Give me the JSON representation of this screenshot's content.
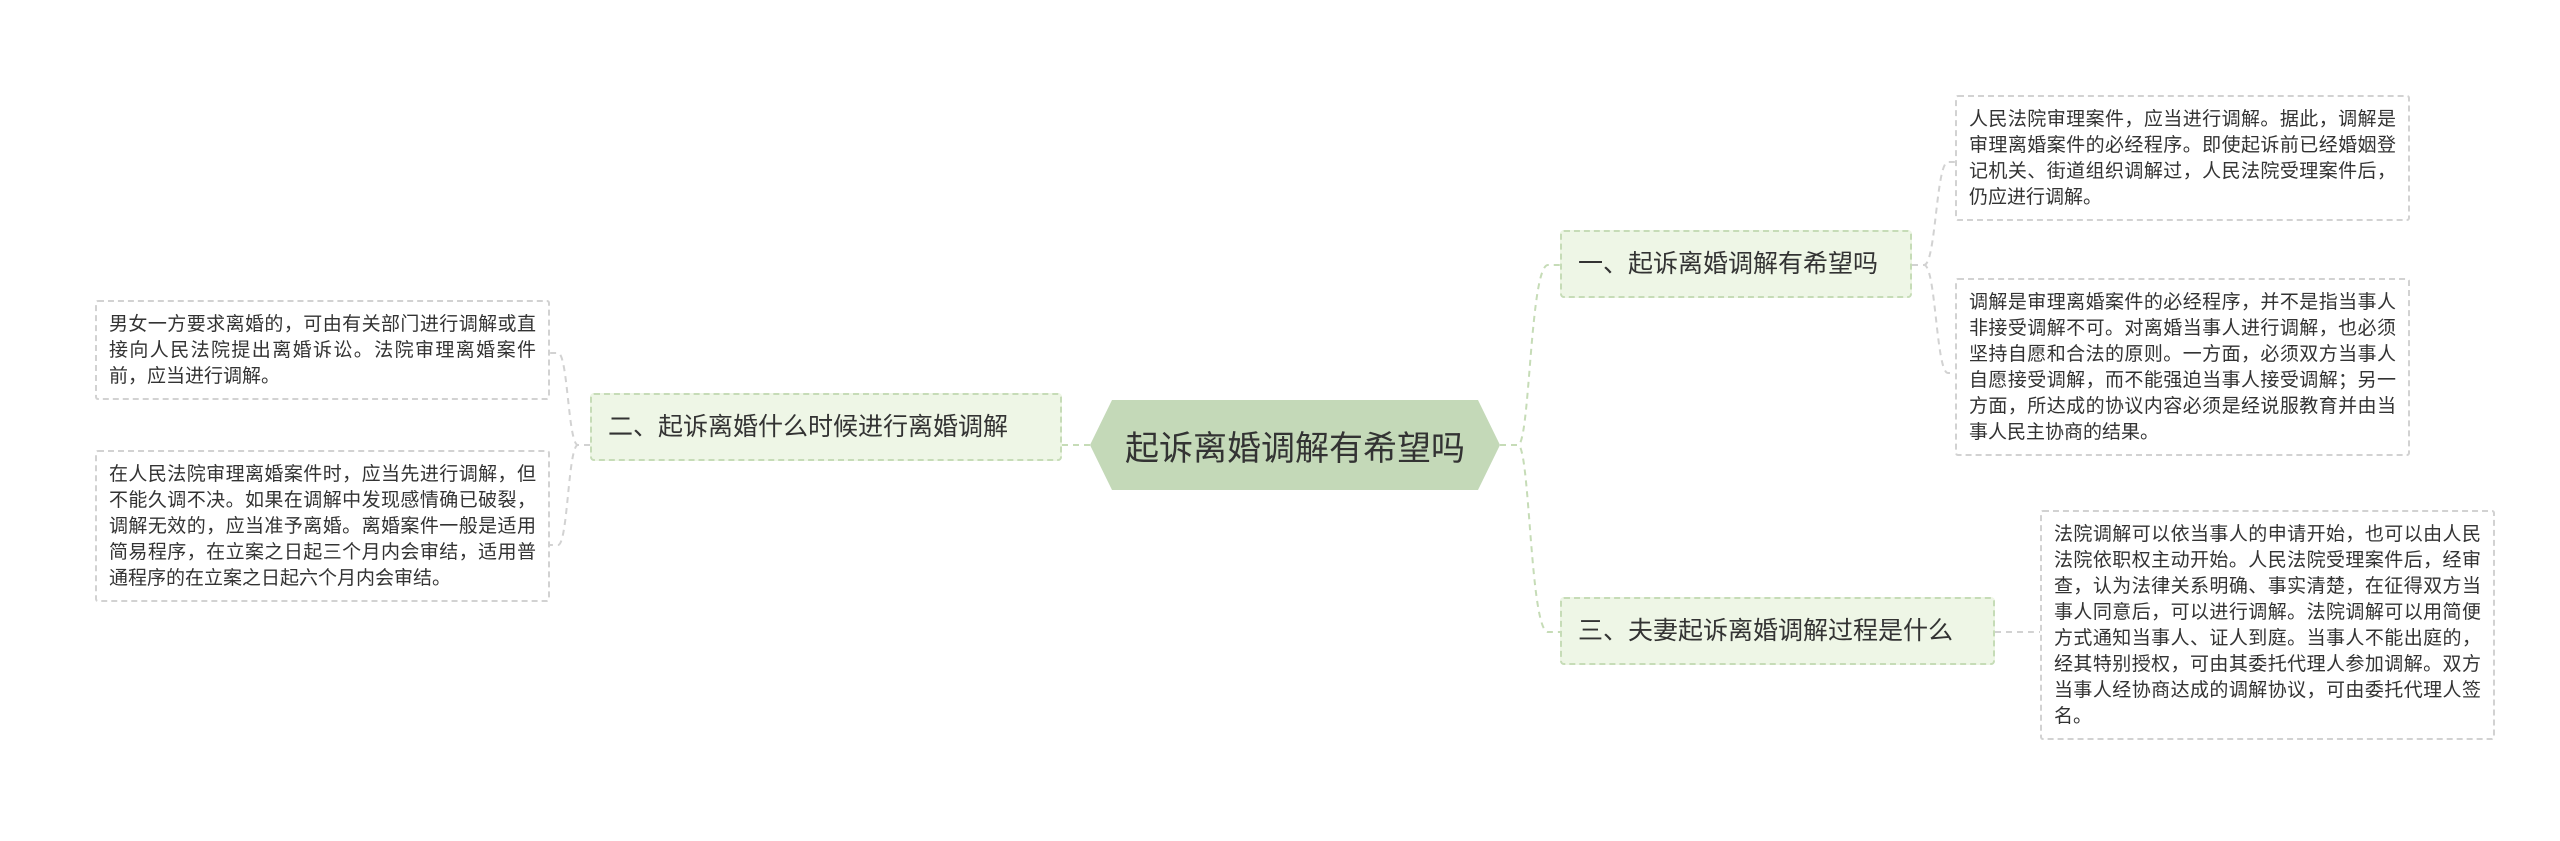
{
  "root": {
    "title": "起诉离婚调解有希望吗"
  },
  "branches": [
    {
      "label": "一、起诉离婚调解有希望吗",
      "leaves": [
        "人民法院审理案件，应当进行调解。据此，调解是审理离婚案件的必经程序。即使起诉前已经婚姻登记机关、街道组织调解过，人民法院受理案件后，仍应进行调解。",
        "调解是审理离婚案件的必经程序，并不是指当事人非接受调解不可。对离婚当事人进行调解，也必须坚持自愿和合法的原则。一方面，必须双方当事人自愿接受调解，而不能强迫当事人接受调解；另一方面，所达成的协议内容必须是经说服教育并由当事人民主协商的结果。"
      ]
    },
    {
      "label": "二、起诉离婚什么时候进行离婚调解",
      "leaves": [
        "男女一方要求离婚的，可由有关部门进行调解或直接向人民法院提出离婚诉讼。法院审理离婚案件前，应当进行调解。",
        "在人民法院审理离婚案件时，应当先进行调解，但不能久调不决。如果在调解中发现感情确已破裂，调解无效的，应当准予离婚。离婚案件一般是适用简易程序，在立案之日起三个月内会审结，适用普通程序的在立案之日起六个月内会审结。"
      ]
    },
    {
      "label": "三、夫妻起诉离婚调解过程是什么",
      "leaves": [
        "法院调解可以依当事人的申请开始，也可以由人民法院依职权主动开始。人民法院受理案件后，经审查，认为法律关系明确、事实清楚，在征得双方当事人同意后，可以进行调解。法院调解可以用简便方式通知当事人、证人到庭。当事人不能出庭的，经其特别授权，可由其委托代理人参加调解。双方当事人经协商达成的调解协议，可由委托代理人签名。"
      ]
    }
  ]
}
